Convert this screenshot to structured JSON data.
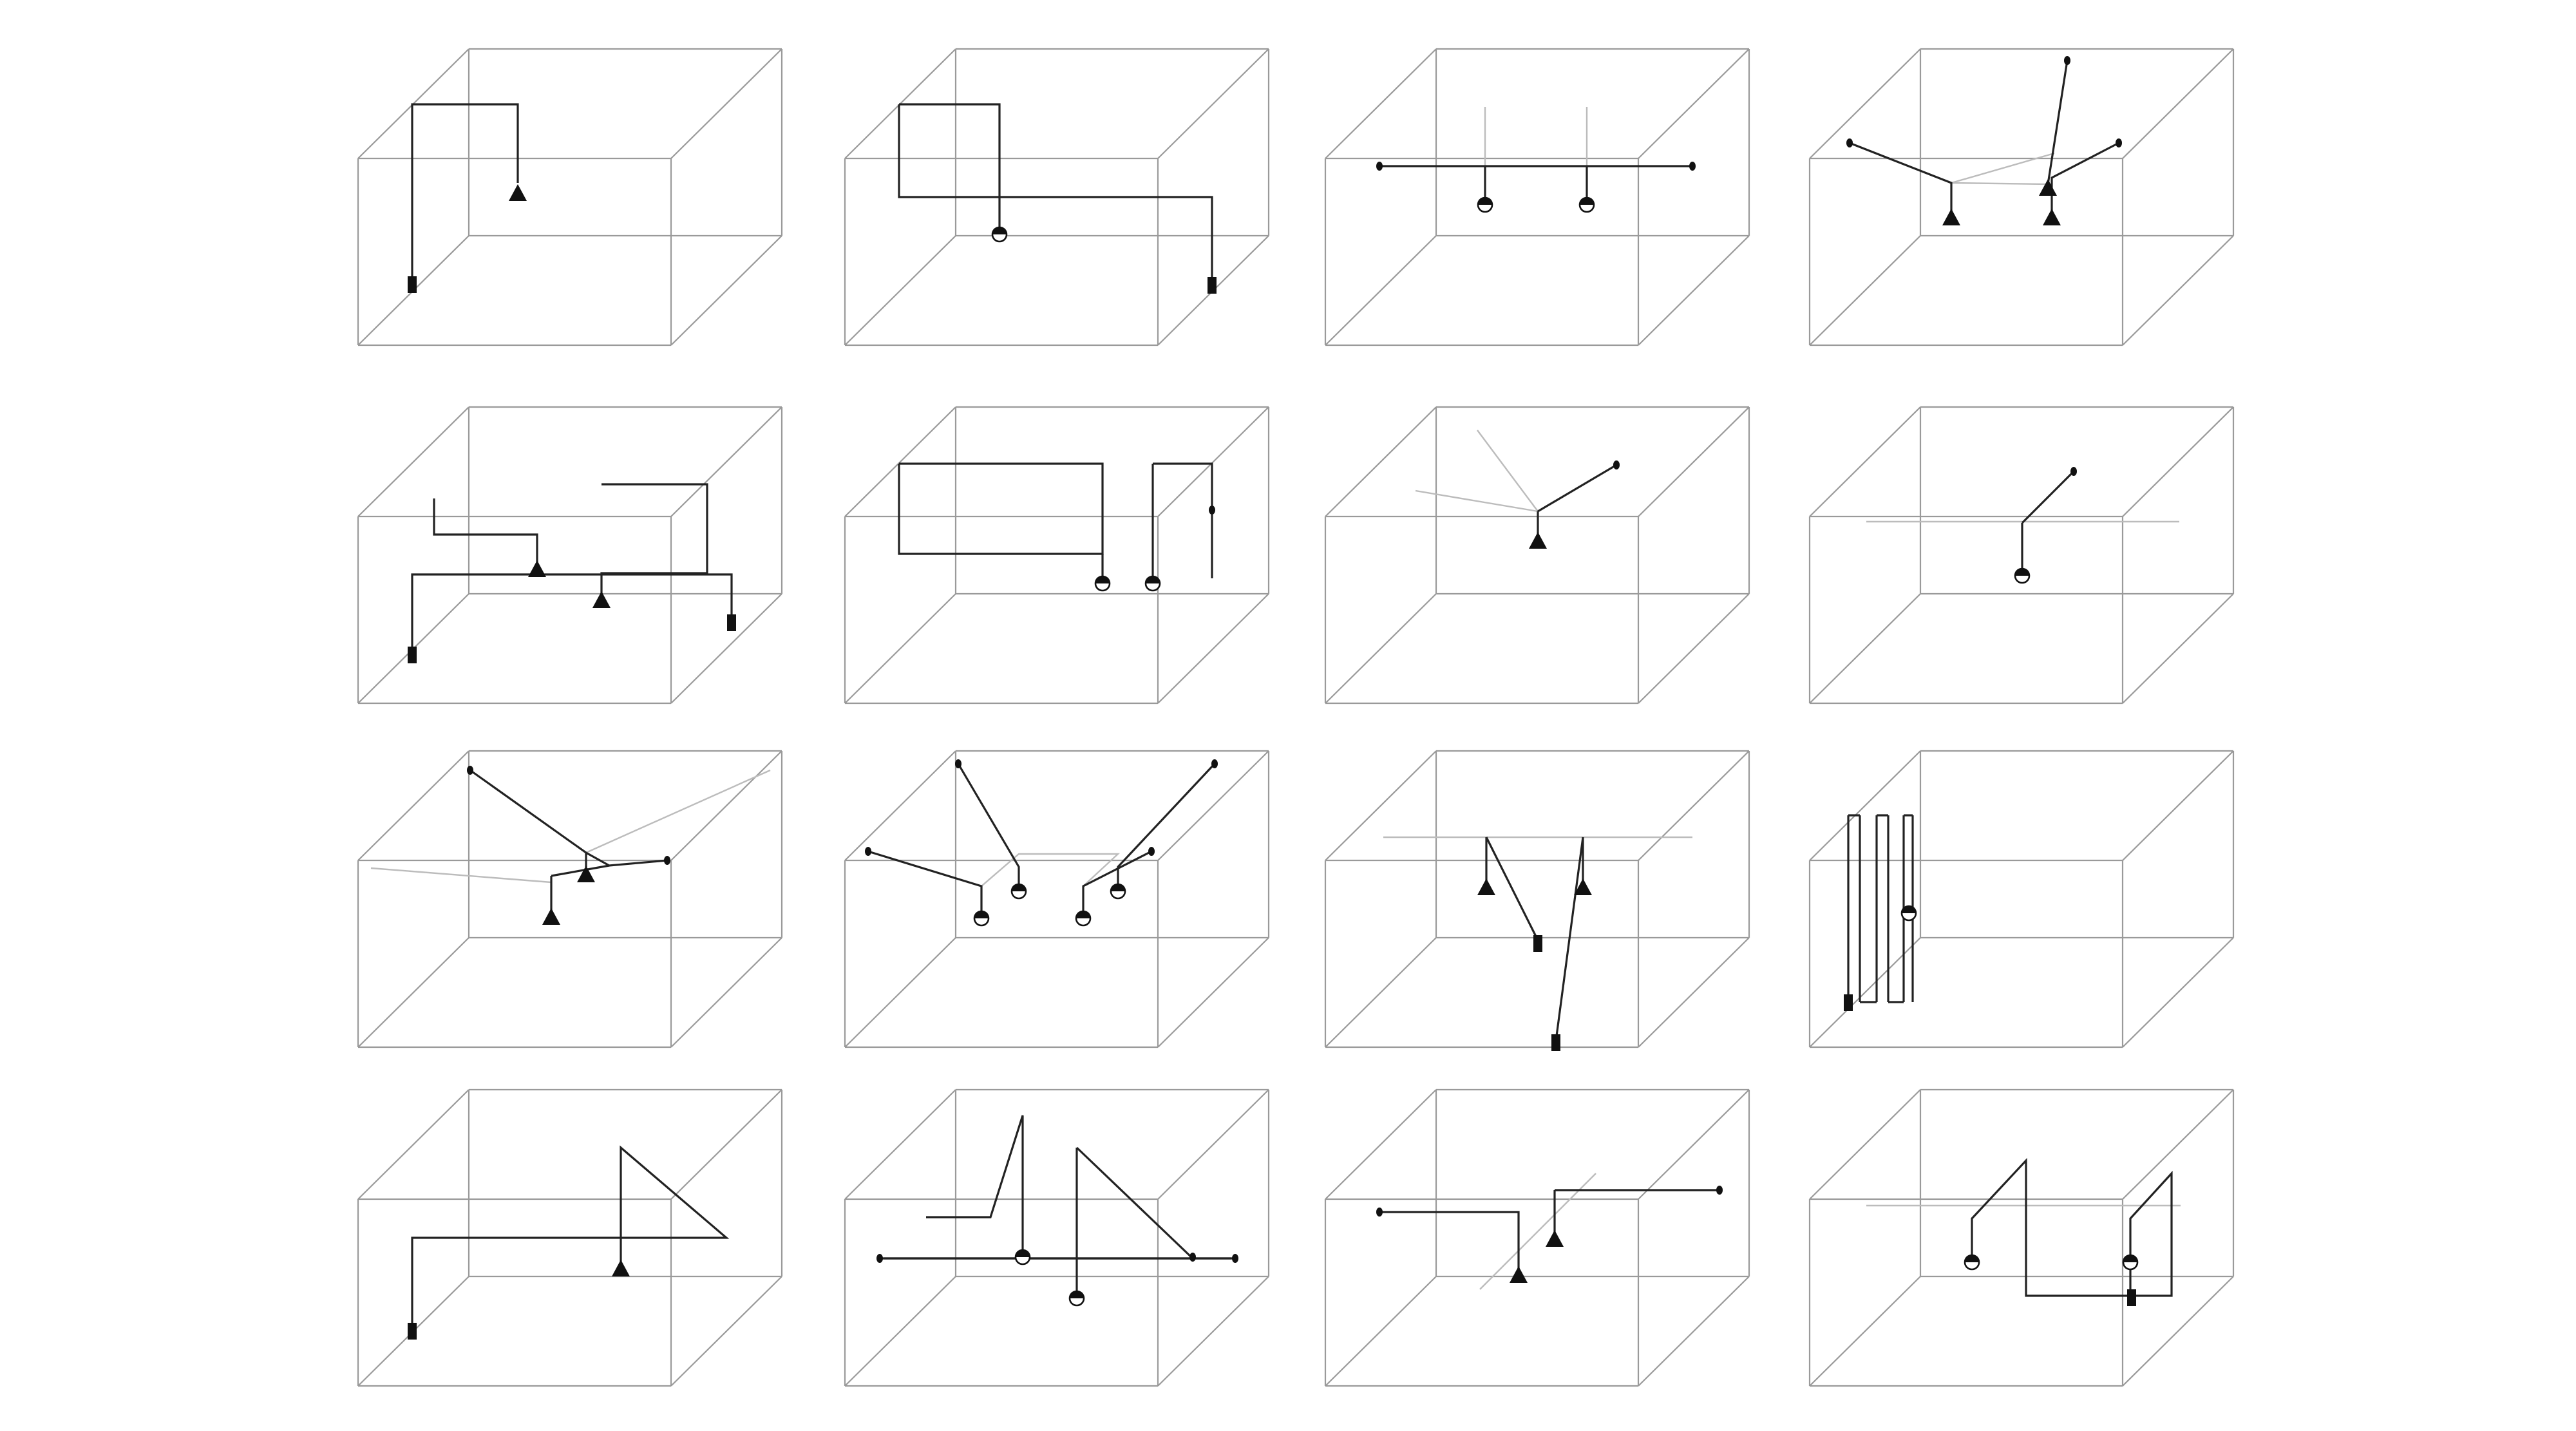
{
  "page": {
    "background": "#ffffff"
  },
  "colors": {
    "box_edge": "#9a9a9a",
    "wire": "#222222",
    "ghost": "#bcbcbc",
    "fixture": "#111111"
  },
  "grid": {
    "rows": 4,
    "columns": 4
  },
  "diagrams": [
    {
      "id": "r1c1",
      "fixtures": [
        {
          "type": "cone"
        },
        {
          "type": "cylinder"
        }
      ]
    },
    {
      "id": "r1c2",
      "fixtures": [
        {
          "type": "half-globe"
        },
        {
          "type": "cylinder"
        }
      ]
    },
    {
      "id": "r1c3",
      "fixtures": [
        {
          "type": "half-globe"
        },
        {
          "type": "half-globe"
        }
      ]
    },
    {
      "id": "r1c4",
      "fixtures": [
        {
          "type": "cone"
        },
        {
          "type": "cone"
        },
        {
          "type": "cone"
        }
      ]
    },
    {
      "id": "r2c1",
      "fixtures": [
        {
          "type": "cone"
        },
        {
          "type": "cone"
        },
        {
          "type": "cylinder"
        },
        {
          "type": "cylinder"
        }
      ]
    },
    {
      "id": "r2c2",
      "fixtures": [
        {
          "type": "half-globe"
        },
        {
          "type": "half-globe"
        }
      ]
    },
    {
      "id": "r2c3",
      "fixtures": [
        {
          "type": "cone"
        }
      ]
    },
    {
      "id": "r2c4",
      "fixtures": [
        {
          "type": "half-globe"
        }
      ]
    },
    {
      "id": "r3c1",
      "fixtures": [
        {
          "type": "cone"
        },
        {
          "type": "cone"
        }
      ]
    },
    {
      "id": "r3c2",
      "fixtures": [
        {
          "type": "half-globe"
        },
        {
          "type": "half-globe"
        },
        {
          "type": "half-globe"
        },
        {
          "type": "half-globe"
        }
      ]
    },
    {
      "id": "r3c3",
      "fixtures": [
        {
          "type": "cone"
        },
        {
          "type": "cone"
        },
        {
          "type": "cylinder"
        },
        {
          "type": "cylinder"
        }
      ]
    },
    {
      "id": "r3c4",
      "fixtures": [
        {
          "type": "half-globe"
        },
        {
          "type": "cylinder"
        }
      ]
    },
    {
      "id": "r4c1",
      "fixtures": [
        {
          "type": "cone"
        },
        {
          "type": "cylinder"
        }
      ]
    },
    {
      "id": "r4c2",
      "fixtures": [
        {
          "type": "half-globe"
        },
        {
          "type": "half-globe"
        }
      ]
    },
    {
      "id": "r4c3",
      "fixtures": [
        {
          "type": "cone"
        },
        {
          "type": "cone"
        }
      ]
    },
    {
      "id": "r4c4",
      "fixtures": [
        {
          "type": "half-globe"
        },
        {
          "type": "half-globe"
        },
        {
          "type": "cylinder"
        }
      ]
    }
  ]
}
